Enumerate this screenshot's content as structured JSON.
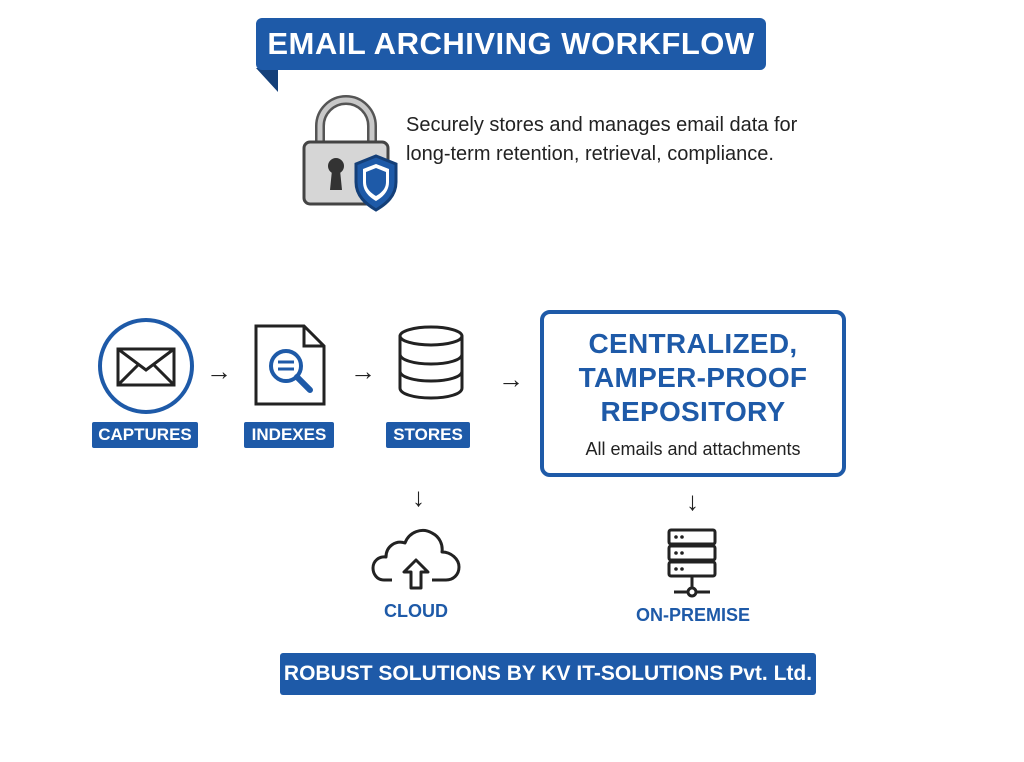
{
  "title": "EMAIL ARCHIVING WORKFLOW",
  "description": {
    "line1": "Securely stores and manages email data for",
    "line2": "long-term retention, retrieval, compliance."
  },
  "steps": [
    {
      "label": "CAPTURES",
      "icon": "envelope-icon"
    },
    {
      "label": "INDEXES",
      "icon": "document-search-icon"
    },
    {
      "label": "STORES",
      "icon": "database-icon"
    }
  ],
  "repository": {
    "title_line1": "CENTRALIZED,",
    "title_line2": "TAMPER-PROOF",
    "title_line3": "REPOSITORY",
    "subtitle": "All emails and attachments"
  },
  "destinations": {
    "cloud": {
      "label": "CLOUD",
      "icon": "cloud-upload-icon"
    },
    "on_premise": {
      "label": "ON-PREMISE",
      "icon": "server-icon"
    }
  },
  "footer": "ROBUST SOLUTIONS BY KV IT-SOLUTIONS Pvt. Ltd.",
  "colors": {
    "primary": "#1e5aa8",
    "text": "#222222",
    "background": "#ffffff"
  }
}
